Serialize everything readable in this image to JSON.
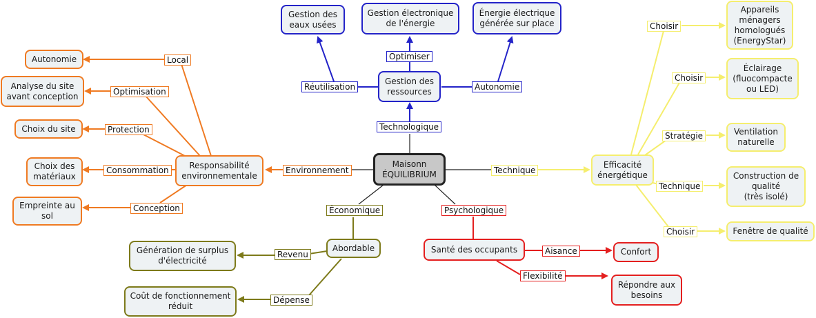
{
  "colors": {
    "technologique": "#2323c8",
    "environnement": "#ef7a22",
    "technique": "#f5ee6e",
    "psychologique": "#e41f1f",
    "economique": "#7d7a1a",
    "center": "#222222"
  },
  "center": {
    "text": "Maisonn\nÉQUILIBRIUM"
  },
  "technologique": {
    "branch_label": "Technologique",
    "hub": "Gestion des\nressources",
    "labels": {
      "reutilisation": "Réutilisation",
      "optimiser": "Optimiser",
      "autonomie": "Autonomie"
    },
    "leaves": {
      "eaux": "Gestion des\neaux usées",
      "electronique": "Gestion électronique\nde l'énergie",
      "energie": "Énergie électrique\ngénérée sur place"
    }
  },
  "environnement": {
    "branch_label": "Environnement",
    "hub": "Responsabilité\nenvironnementale",
    "labels": {
      "local": "Local",
      "optimisation": "Optimisation",
      "protection": "Protection",
      "consommation": "Consommation",
      "conception": "Conception"
    },
    "leaves": {
      "autonomie": "Autonomie",
      "analyse": "Analyse du site\navant conception",
      "choix_site": "Choix du site",
      "materiaux": "Choix des\nmatériaux",
      "empreinte": "Empreinte au\nsol"
    }
  },
  "technique": {
    "branch_label": "Technique",
    "hub": "Efficacité\nénergétique",
    "labels": {
      "choisir1": "Choisir",
      "choisir2": "Choisir",
      "strategie": "Stratégie",
      "technique": "Technique",
      "choisir3": "Choisir"
    },
    "leaves": {
      "appareils": "Appareils\nménagers\nhomologués\n(EnergyStar)",
      "eclairage": "Éclairage\n(fluocompacte\nou LED)",
      "ventilation": "Ventilation\nnaturelle",
      "construction": "Construction de\nqualité\n(très isolé)",
      "fenetre": "Fenêtre de qualité"
    }
  },
  "psychologique": {
    "branch_label": "Psychologique",
    "hub": "Santé des occupants",
    "labels": {
      "aisance": "Aisance",
      "flexibilite": "Flexibilité"
    },
    "leaves": {
      "confort": "Confort",
      "besoins": "Répondre aux\nbesoins"
    }
  },
  "economique": {
    "branch_label": "Économique",
    "hub": "Abordable",
    "labels": {
      "revenu": "Revenu",
      "depense": "Dépense"
    },
    "leaves": {
      "surplus": "Génération de surplus\nd'électricité",
      "cout": "Coût de fonctionnement\nréduit"
    }
  }
}
